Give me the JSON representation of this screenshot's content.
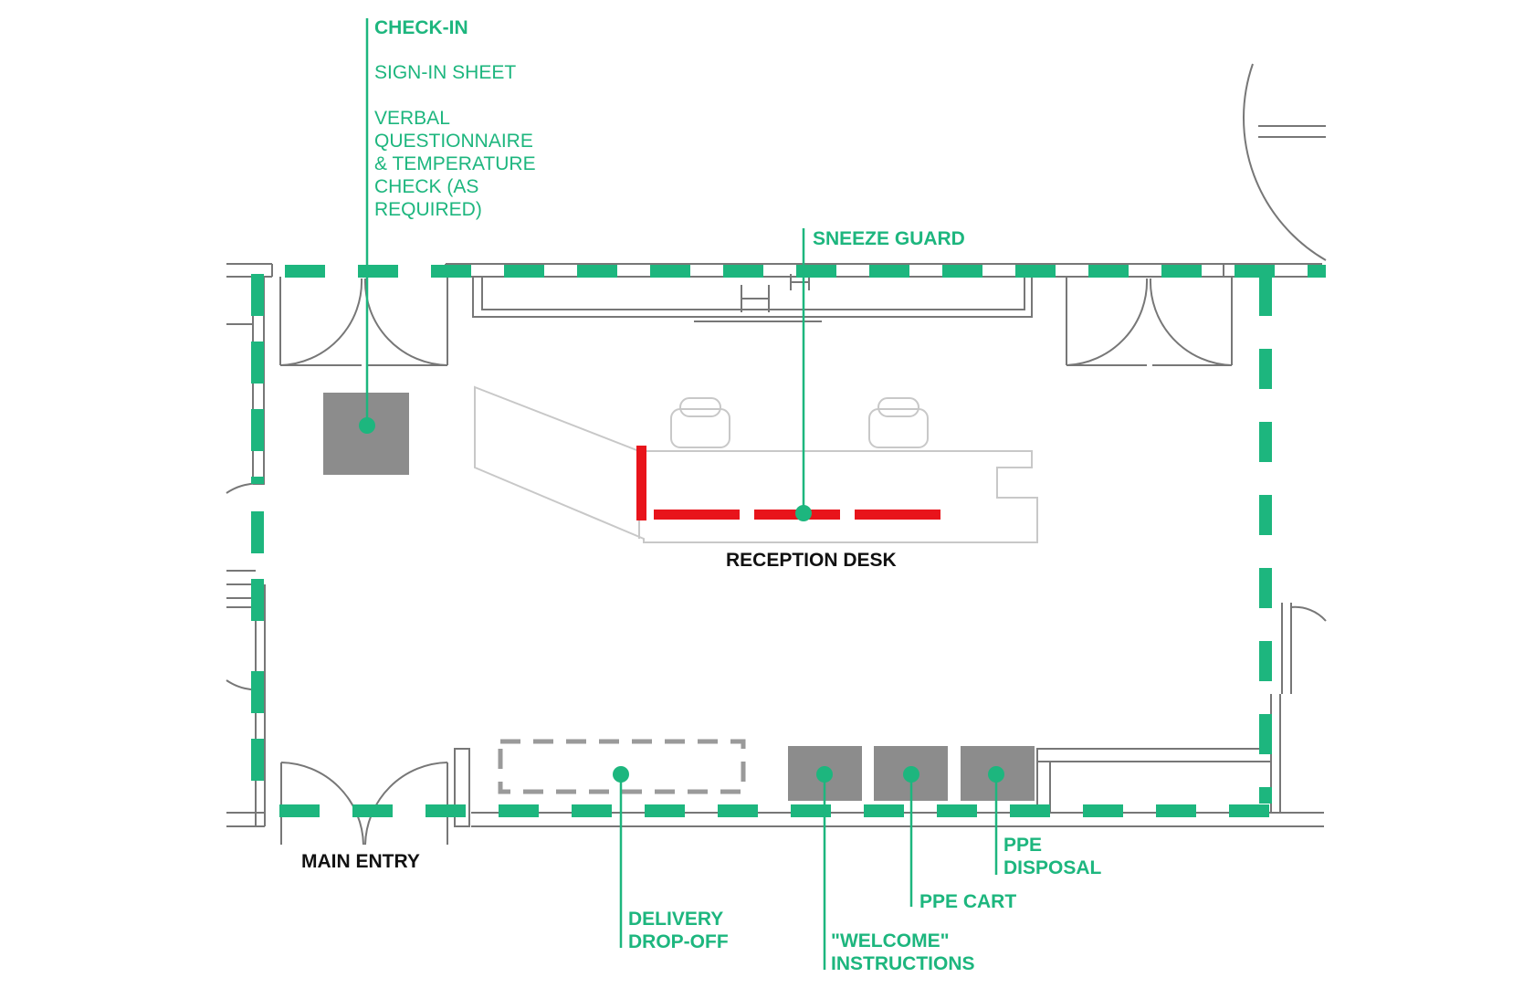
{
  "colors": {
    "accent": "#1db67e",
    "sneeze_guard": "#e8141b",
    "wall": "#777777",
    "furniture_faint": "#c8c8c8",
    "station": "#8c8c8c",
    "label_dark": "#111111"
  },
  "callouts": {
    "check_in": {
      "title": "CHECK-IN",
      "line1": "SIGN-IN SHEET",
      "line2": "VERBAL",
      "line3": "QUESTIONNAIRE",
      "line4": "& TEMPERATURE",
      "line5": "CHECK (AS",
      "line6": "REQUIRED)"
    },
    "sneeze_guard": "SNEEZE GUARD",
    "delivery": {
      "line1": "DELIVERY",
      "line2": "DROP-OFF"
    },
    "welcome": {
      "line1": "\"WELCOME\"",
      "line2": "INSTRUCTIONS"
    },
    "ppe_cart": "PPE CART",
    "ppe_disposal": {
      "line1": "PPE",
      "line2": "DISPOSAL"
    }
  },
  "labels": {
    "reception_desk": "RECEPTION DESK",
    "main_entry": "MAIN ENTRY"
  },
  "icons": [
    "door-swing-icon",
    "chair-icon",
    "station-square-icon",
    "callout-dot-icon"
  ]
}
